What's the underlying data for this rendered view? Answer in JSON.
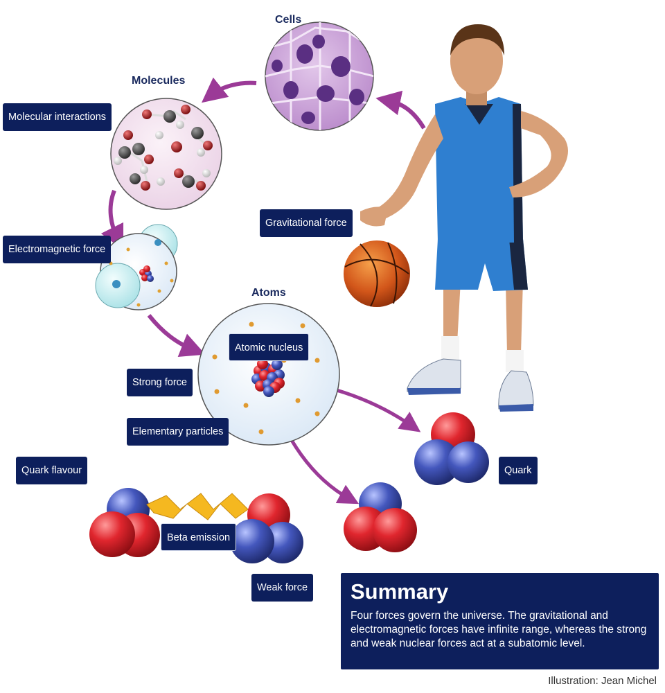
{
  "headings": {
    "cells": "Cells",
    "molecules": "Molecules",
    "atoms": "Atoms"
  },
  "labels": {
    "molecular_interactions": "Molecular interactions",
    "electromagnetic_force": "Electromagnetic force",
    "gravitational_force": "Gravitational force",
    "atomic_nucleus": "Atomic nucleus",
    "strong_force": "Strong force",
    "elementary_particles": "Elementary particles",
    "quark_flavour": "Quark flavour",
    "quark": "Quark",
    "beta_emission": "Beta emission",
    "weak_force": "Weak force"
  },
  "summary": {
    "title": "Summary",
    "body": "Four forces govern the universe. The gravitational and electromagnetic forces have infinite range, whereas the strong and weak nuclear forces act at a subatomic level."
  },
  "credit": "Illustration: Jean Michel",
  "colors": {
    "label_bg": "#0d1f5c",
    "heading_text": "#1a2a5e",
    "arrow": "#9b3a97",
    "quark_red": "#d8262e",
    "quark_blue": "#3b4fb0",
    "jersey_blue": "#2f7fd0",
    "ball_orange": "#d9591c"
  }
}
